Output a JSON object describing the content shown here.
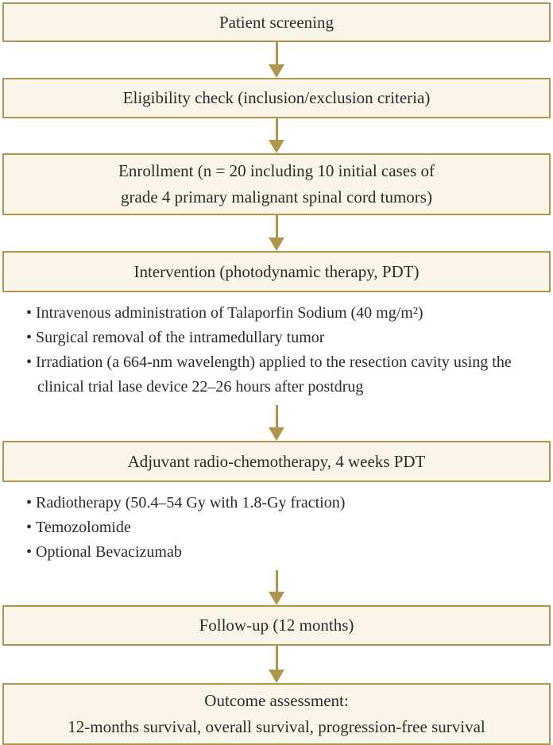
{
  "colors": {
    "box_border": "#b2954a",
    "box_fill": "#f9f5e9",
    "arrow": "#b2954a",
    "text": "#2b2b2b",
    "background": "#ffffff"
  },
  "boxes": {
    "screening": "Patient screening",
    "eligibility": "Eligibility check (inclusion/exclusion criteria)",
    "enrollment_line1": "Enrollment (n = 20 including 10 initial cases of",
    "enrollment_line2": "grade 4 primary malignant spinal cord tumors)",
    "intervention": "Intervention (photodynamic therapy, PDT)",
    "adjuvant": "Adjuvant radio-chemotherapy, 4 weeks PDT",
    "followup": "Follow-up (12 months)",
    "outcome_line1": "Outcome assessment:",
    "outcome_line2": "12-months survival, overall survival, progression-free survival"
  },
  "intervention_bullets": [
    "Intravenous administration of Talaporfin Sodium (40 mg/m²)",
    "Surgical removal of the intramedullary tumor",
    "Irradiation (a 664-nm wavelength) applied to the resection cavity using the clinical trial lase device 22–26 hours after postdrug"
  ],
  "adjuvant_bullets": [
    "Radiotherapy (50.4–54 Gy with 1.8-Gy fraction)",
    "Temozolomide",
    "Optional Bevacizumab"
  ]
}
